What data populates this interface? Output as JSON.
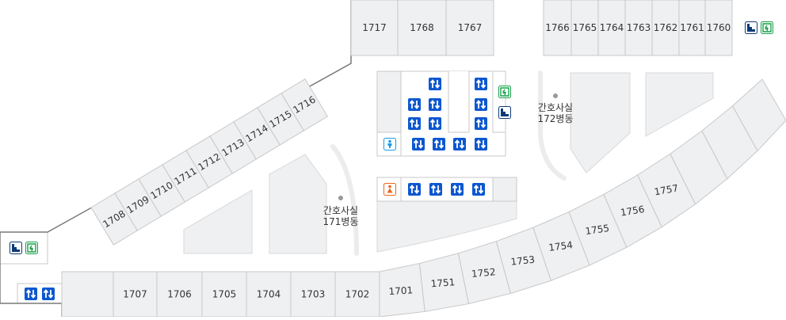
{
  "rooms_top": [
    "1717",
    "1768",
    "1767"
  ],
  "rooms_top_right": [
    "1766",
    "1765",
    "1764",
    "1763",
    "1762",
    "1761",
    "1760"
  ],
  "rooms_diagonal": [
    "1708",
    "1709",
    "1710",
    "1711",
    "1712",
    "1713",
    "1714",
    "1715",
    "1716"
  ],
  "rooms_bottom": [
    "",
    "1707",
    "1706",
    "1705",
    "1704",
    "1703",
    "1702"
  ],
  "rooms_curve": [
    "1701",
    "1751",
    "1752",
    "1753",
    "1754",
    "1755",
    "1756",
    "1757",
    "",
    "",
    ""
  ],
  "nurse_171": {
    "line1": "간호사실",
    "line2": "171병동"
  },
  "nurse_172": {
    "line1": "간호사실",
    "line2": "172병동"
  },
  "icons": {
    "elevator": "elevator-icon",
    "stairs": "stairs-icon",
    "exit": "emergency-exit-icon",
    "restroom_male": "restroom-male-icon",
    "restroom_female": "restroom-female-icon"
  },
  "colors": {
    "elevator": "#0b57d0",
    "stairs": "#0d3a78",
    "exit": "#17a04a",
    "male": "#1a9be6",
    "female": "#ee6420",
    "room": "#eff0f2"
  }
}
